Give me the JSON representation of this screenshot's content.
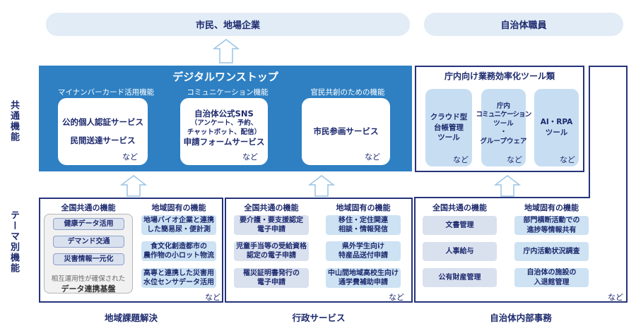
{
  "top": {
    "citizens": "市民、地場企業",
    "staff": "自治体職員"
  },
  "side": {
    "common": "共通機能",
    "theme": "テーマ別機能"
  },
  "onestop": {
    "title": "デジタルワンストップ",
    "sections": [
      {
        "label": "マイナンバーカード活用機能",
        "lines": [
          "公的個人認証サービス",
          "民間送達サービス"
        ],
        "etc": "など"
      },
      {
        "label": "コミュニケーション機能",
        "lines": [
          "自治体公式SNS",
          "（アンケート、予約、",
          "チャットボット、配信）",
          "申請フォームサービス"
        ],
        "etc": "など"
      },
      {
        "label": "官民共創のための機能",
        "lines": [
          "市民参画サービス"
        ],
        "etc": "など"
      }
    ]
  },
  "tools": {
    "title": "庁内向け業務効率化ツール類",
    "cards": [
      {
        "lines": [
          "クラウド型",
          "台帳管理",
          "ツール"
        ],
        "etc": "など"
      },
      {
        "lines": [
          "庁内",
          "コミュニケーション",
          "ツール",
          "・",
          "グループウェア"
        ],
        "etc": "など"
      },
      {
        "lines": [
          "AI・RPA",
          "ツール"
        ],
        "etc": "など"
      }
    ]
  },
  "regional": {
    "footer": "地域課題解決",
    "common_header": "全国共通の機能",
    "local_header": "地域固有の機能",
    "common_items": [
      "健康データ活用",
      "デマンド交通",
      "災害情報一元化"
    ],
    "platform_caption": "相互運用性が確保された",
    "platform_title": "データ連携基盤",
    "local_items": [
      [
        "地場バイオ企業と連携",
        "した簡易尿・便計測"
      ],
      [
        "食文化創造都市の",
        "農作物の小ロット物流"
      ],
      [
        "高専と連携した災害用",
        "水位センサデータ活用"
      ]
    ],
    "etc": "など"
  },
  "admin": {
    "footer": "行政サービス",
    "common_header": "全国共通の機能",
    "local_header": "地域固有の機能",
    "common_items": [
      [
        "要介護・要支援認定",
        "電子申請"
      ],
      [
        "児童手当等の受給資格",
        "認定の電子申請"
      ],
      [
        "罹災証明書発行の",
        "電子申請"
      ]
    ],
    "local_items": [
      [
        "移住・定住関連",
        "相談・情報発信"
      ],
      [
        "県外学生向け",
        "特産品送付申請"
      ],
      [
        "中山間地域高校生向け",
        "通学費補助申請"
      ]
    ],
    "etc": "など"
  },
  "internal": {
    "footer": "自治体内部事務",
    "common_header": "全国共通の機能",
    "local_header": "地域固有の機能",
    "common_items": [
      "文書管理",
      "人事給与",
      "公有財産管理"
    ],
    "local_items": [
      [
        "部門横断活動での",
        "進捗等情報共有"
      ],
      [
        "庁内活動状況調査"
      ],
      [
        "自治体の施設の",
        "入退館管理"
      ]
    ],
    "etc": "など"
  }
}
